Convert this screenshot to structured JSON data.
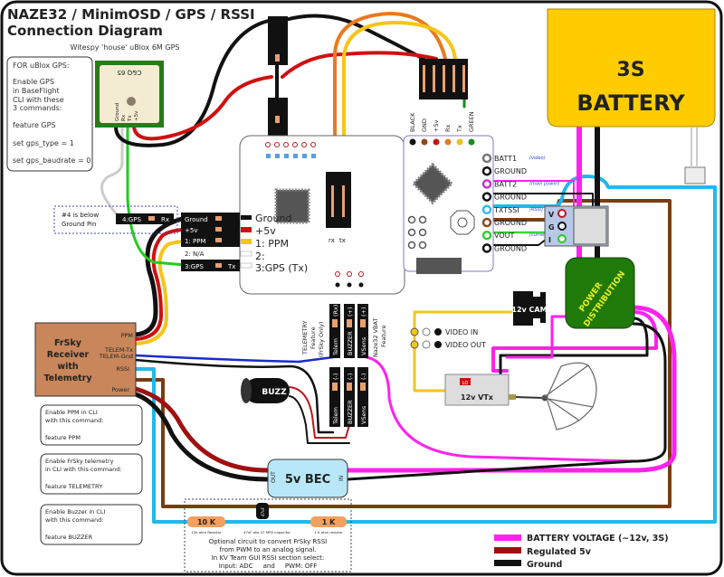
{
  "title": {
    "line1": "NAZE32 / MinimOSD / GPS / RSSI",
    "line2": "Connection Diagram"
  },
  "gps": {
    "caption": "Witespy 'house' uBlox 6M GPS",
    "chip_label": "C&Q 65",
    "pins": [
      "Ground",
      "Rx",
      "Tx",
      "+5v"
    ]
  },
  "gps_note": {
    "lines": [
      "FOR uBlox GPS:",
      "",
      "Enable GPS",
      "in BaseFlight",
      "CLI with these",
      "3 commands:",
      "",
      "feature GPS",
      "",
      "set gps_type = 1",
      "",
      "set gps_baudrate = 0"
    ]
  },
  "naze_connector": {
    "gps4": {
      "label": "4:GPS",
      "pin": "Rx"
    },
    "below_note": [
      "#4 is below",
      "Ground Pin"
    ],
    "rows": [
      {
        "label": "Ground",
        "board_label": "Ground"
      },
      {
        "label": "+5v",
        "board_label": "+5v"
      },
      {
        "label": "1: PPM",
        "board_label": "1: PPM"
      },
      {
        "label": "2: N/A",
        "board_label": "2:"
      },
      {
        "label": "3:GPS",
        "pin": "Tx",
        "board_label": "3:GPS (Tx)"
      }
    ]
  },
  "naze_headers": {
    "top": [
      {
        "name": "Telem",
        "pin": "(Rx)"
      },
      {
        "name": "BUZZER",
        "pin": "(+)"
      },
      {
        "name": "VSens",
        "pin": "(+)"
      }
    ],
    "bottom": [
      {
        "name": "Telem",
        "pin": "(-)"
      },
      {
        "name": "BUZZER",
        "pin": "(-)"
      },
      {
        "name": "VSens",
        "pin": "(-)"
      }
    ],
    "telemetry_label": [
      "TELEMETRY",
      "Feature",
      "(FrSky Only)"
    ],
    "vbat_label": [
      "Naze32 VBAT",
      "Feature"
    ]
  },
  "naze_rx_tx": {
    "rx": "rx",
    "tx": "tx"
  },
  "osd": {
    "top_pins": [
      {
        "label": "BLACK",
        "color": "#111111"
      },
      {
        "label": "GND",
        "color": "#8b4a1e"
      },
      {
        "label": "+5v",
        "color": "#c0161b"
      },
      {
        "label": "Rx",
        "color": "#e07b2a"
      },
      {
        "label": "Tx",
        "color": "#e8c21e"
      },
      {
        "label": "GREEN",
        "color": "#1a8a1a"
      }
    ],
    "side_pins": [
      {
        "label": "BATT1",
        "note": "(video)",
        "color": "#ffffff"
      },
      {
        "label": "GROUND",
        "note": "",
        "color": "#111111"
      },
      {
        "label": "BATT2",
        "note": "(main power)",
        "color": "#cc33cc"
      },
      {
        "label": "GROUND",
        "note": "",
        "color": "#111111"
      },
      {
        "label": "TXTSSI",
        "note": "(RSSI)",
        "color": "#33bbee"
      },
      {
        "label": "GROUND",
        "note": "",
        "color": "#8b4a1e"
      },
      {
        "label": "VOUT",
        "note": "(current)",
        "color": "#33cc33"
      },
      {
        "label": "GROUND",
        "note": "",
        "color": "#111111"
      }
    ],
    "video_in": "VIDEO IN",
    "video_out": "VIDEO OUT"
  },
  "battery": {
    "line1": "3S",
    "line2": "BATTERY",
    "color": "#ffcc00"
  },
  "current_sensor": {
    "pins": [
      "V",
      "G",
      "I"
    ]
  },
  "power_distribution": {
    "line1": "POWER",
    "line2": "DISTRIBUTION",
    "color": "#1f7a0a"
  },
  "camera": {
    "label": "12v CAM"
  },
  "vtx": {
    "label": "12v VTx",
    "led": "LO"
  },
  "buzzer": {
    "label": "BUZZ"
  },
  "bec": {
    "label": "5v BEC",
    "out": "OUT",
    "in": "IN"
  },
  "frsky": {
    "name": [
      "FrSky",
      "Receiver",
      "with",
      "Telemetry"
    ],
    "pins": [
      "PPM",
      "TELEM-Tx",
      "TELEM-Gnd",
      "RSSI",
      "Power"
    ]
  },
  "cli_notes": [
    {
      "lines": [
        "Enable PPM in CLI",
        "with this command:",
        "",
        "feature PPM"
      ]
    },
    {
      "lines": [
        "Enable FrSky telemetry",
        "in CLI with this command:",
        "",
        "feature TELEMETRY"
      ]
    },
    {
      "lines": [
        "Enable Buzzer in CLI",
        "with this command:",
        "",
        "feature BUZZER"
      ]
    }
  ],
  "rssi_circuit": {
    "resistor1": "10 K",
    "resistor1_caption": "10k ohm Resistor",
    "capacitor": "47uF",
    "capacitor_caption": "47uF aka 47 MFD  capacitor",
    "resistor2": "1 K",
    "resistor2_caption": "1 K ohm resistor",
    "text": [
      "Optional circuit to convert FrSky RSSI",
      "from PWM to an analog signal.",
      "In KV Team GUI RSSI section select:",
      "Input: ADC     and     PWM: OFF"
    ]
  },
  "legend": [
    {
      "label": "BATTERY VOLTAGE (~12v, 3S)",
      "color": "#ff22ee"
    },
    {
      "label": "Regulated 5v",
      "color": "#a01010"
    },
    {
      "label": "Ground",
      "color": "#111111"
    }
  ]
}
